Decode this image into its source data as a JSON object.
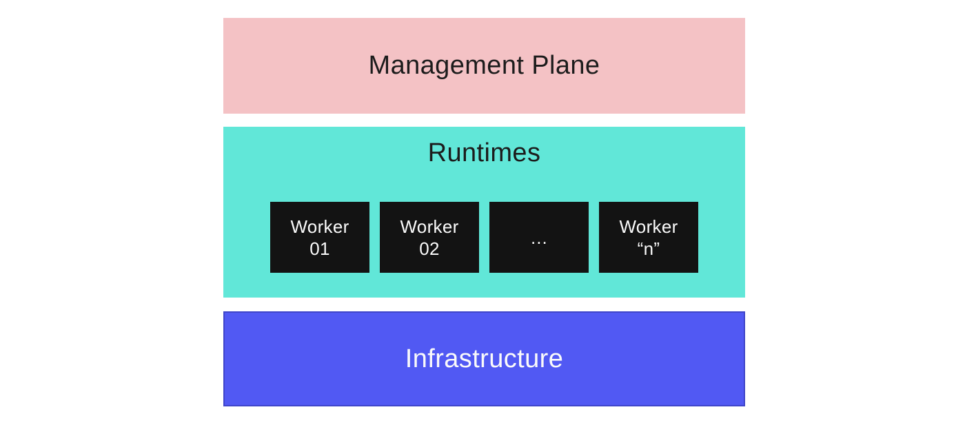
{
  "layers": {
    "management": {
      "label": "Management Plane"
    },
    "runtimes": {
      "label": "Runtimes"
    },
    "infrastructure": {
      "label": "Infrastructure"
    }
  },
  "workers": [
    {
      "line1": "Worker",
      "line2": "01"
    },
    {
      "line1": "Worker",
      "line2": "02"
    },
    {
      "line1": "…",
      "line2": ""
    },
    {
      "line1": "Worker",
      "line2": "“n”"
    }
  ],
  "colors": {
    "page_bg": "#ffffff",
    "management_bg": "#f4c2c5",
    "runtimes_bg": "#61e7d8",
    "infrastructure_bg": "#5159f3",
    "infrastructure_border": "#3f45c9",
    "worker_bg": "#131313",
    "dark_text": "#1c1c1c",
    "light_text": "#fafafa"
  }
}
